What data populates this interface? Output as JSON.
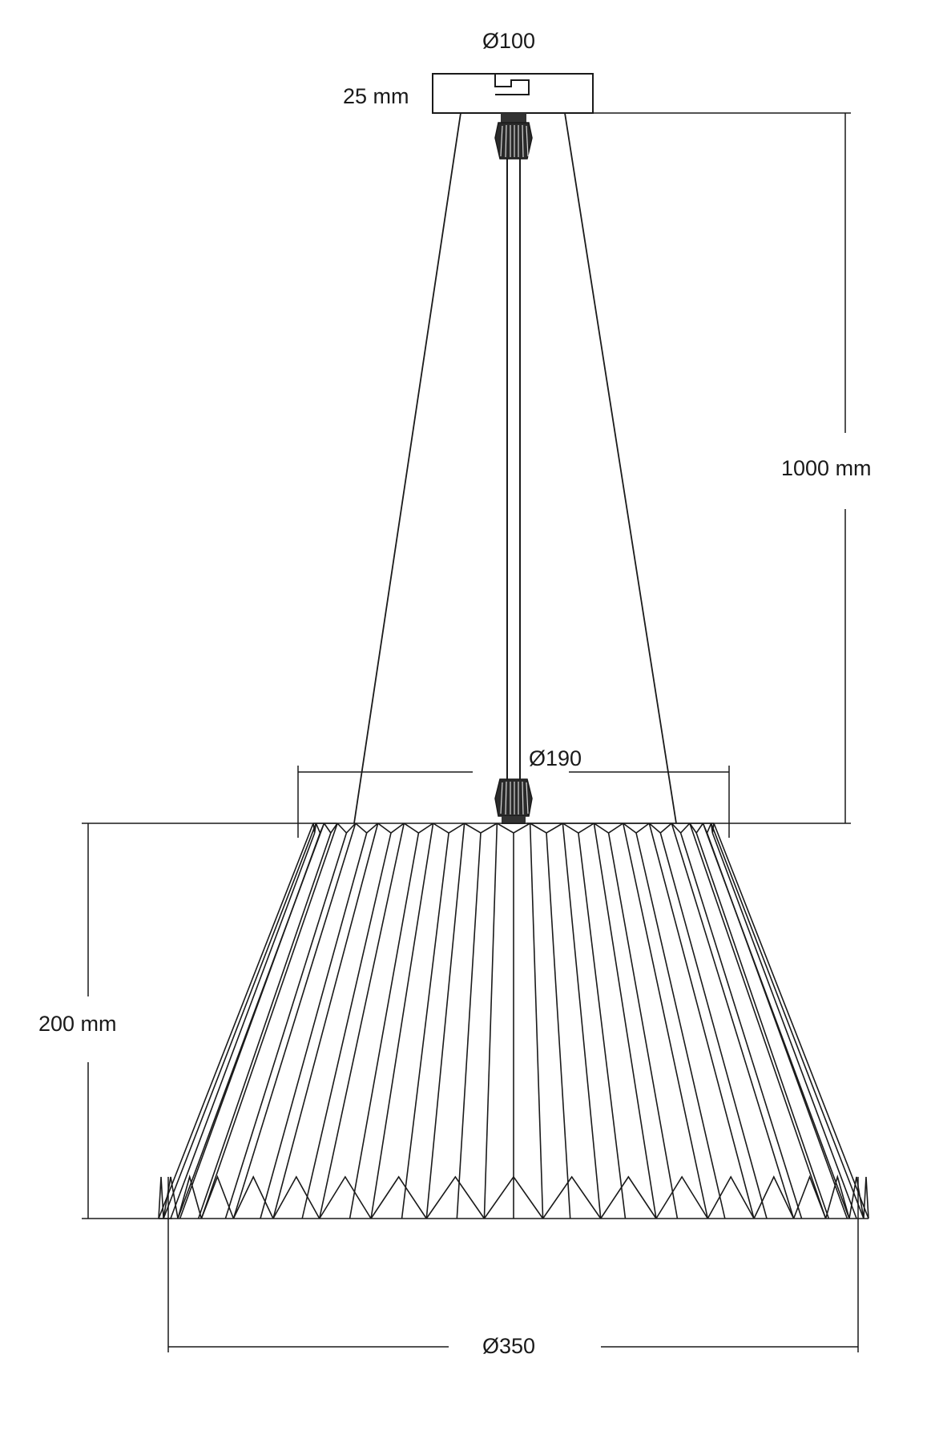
{
  "labels": {
    "canopy_diameter": "Ø100",
    "canopy_height": "25 mm",
    "suspension_length": "1000 mm",
    "shade_top_diameter": "Ø190",
    "shade_height": "200 mm",
    "shade_bottom_diameter": "Ø350"
  },
  "colors": {
    "line": "#1a1a1a",
    "background": "#ffffff"
  }
}
